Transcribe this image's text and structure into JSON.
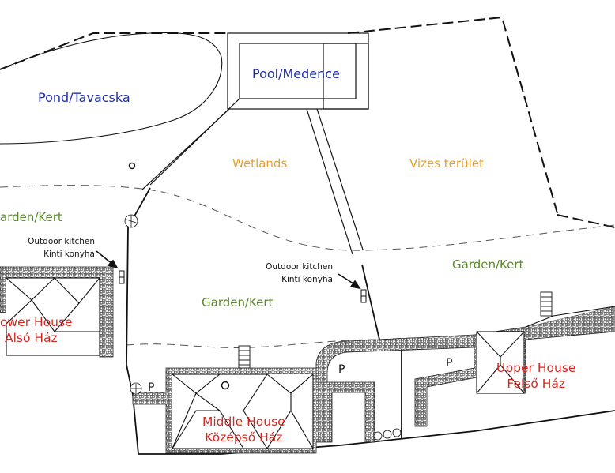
{
  "areas": {
    "pond": "Pond/Tavacska",
    "pool": "Pool/Medence",
    "wetlands": "Wetlands",
    "wetlands_hu": "Vizes terület",
    "garden_left": "arden/Kert",
    "garden_center": "Garden/Kert",
    "garden_right": "Garden/Kert"
  },
  "houses": {
    "lower": {
      "line1": "ower House",
      "line2": "Alsó Ház"
    },
    "middle": {
      "line1": "Middle House",
      "line2": "Középső Ház"
    },
    "upper": {
      "line1": "Upper House",
      "line2": "Felső Ház"
    }
  },
  "kitchens": {
    "left": {
      "line1": "Outdoor kitchen",
      "line2": "Kinti konyha"
    },
    "center": {
      "line1": "Outdoor kitchen",
      "line2": "Kinti konyha"
    }
  },
  "parking": {
    "p1": "P",
    "p2": "P",
    "p3": "P"
  },
  "colors": {
    "water": "#1f2ea8",
    "wetland": "#e8a02a",
    "garden": "#5a8a2a",
    "house": "#d8261f"
  }
}
